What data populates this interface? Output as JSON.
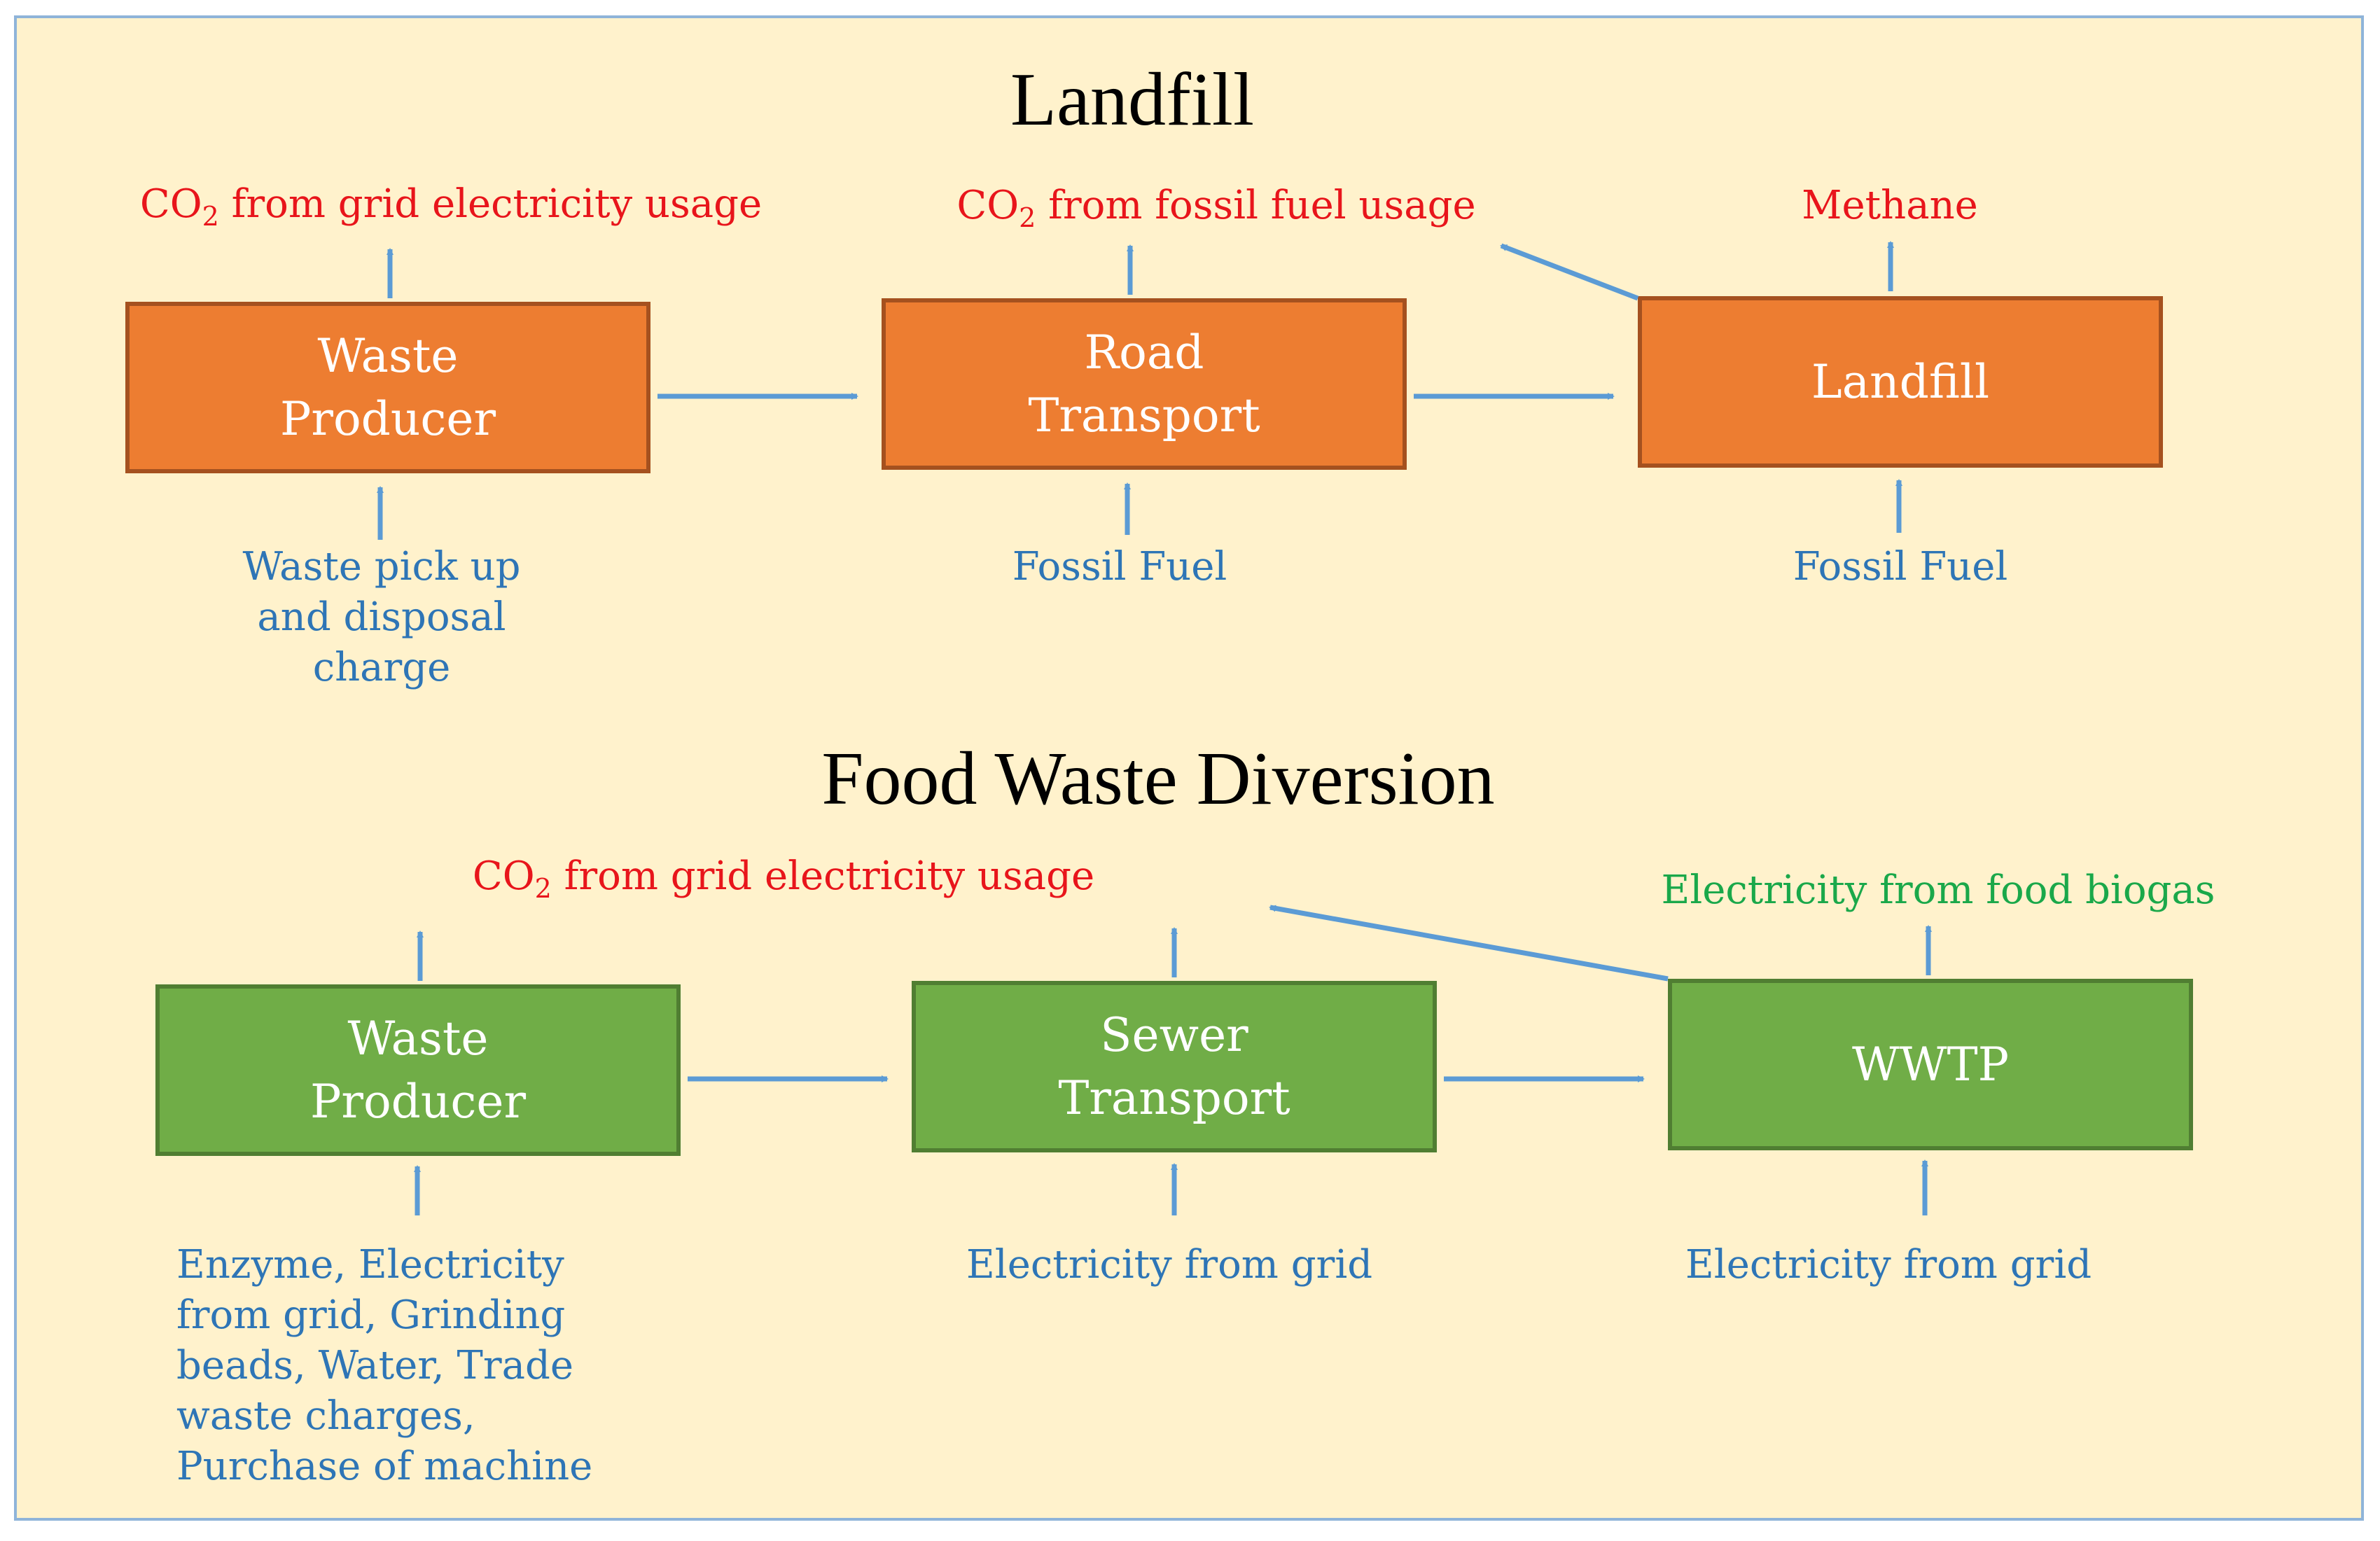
{
  "landfill": {
    "title": "Landfill",
    "nodes": {
      "waste_producer": "Waste\nProducer",
      "road_transport": "Road\nTransport",
      "landfill": "Landfill"
    },
    "outputs": {
      "co2_grid_prefix": "CO",
      "co2_grid_suffix": " from grid electricity usage",
      "co2_fossil_prefix": "CO",
      "co2_fossil_suffix": " from fossil fuel usage",
      "methane": "Methane"
    },
    "inputs": {
      "waste_pickup": "Waste pick up\nand disposal\ncharge",
      "fossil_fuel_transport": "Fossil Fuel",
      "fossil_fuel_landfill": "Fossil Fuel"
    }
  },
  "diversion": {
    "title": "Food Waste Diversion",
    "nodes": {
      "waste_producer": "Waste\nProducer",
      "sewer_transport": "Sewer\nTransport",
      "wwtp": "WWTP"
    },
    "outputs": {
      "co2_grid_prefix": "CO",
      "co2_grid_suffix": " from grid electricity usage",
      "biogas": "Electricity from food biogas"
    },
    "inputs": {
      "producer_inputs": "Enzyme, Electricity\nfrom grid, Grinding\nbeads, Water, Trade\nwaste charges,\nPurchase of machine",
      "electricity_sewer": "Electricity from grid",
      "electricity_wwtp": "Electricity from grid"
    }
  },
  "subscript_two": "2",
  "colors": {
    "background": "#fff2cc",
    "orange_box": "#ed7d31",
    "green_box": "#70ad47",
    "arrow": "#5b9bd5",
    "emission_text": "#e8151b",
    "input_text": "#2e75b6",
    "benefit_text": "#1aa84a"
  }
}
